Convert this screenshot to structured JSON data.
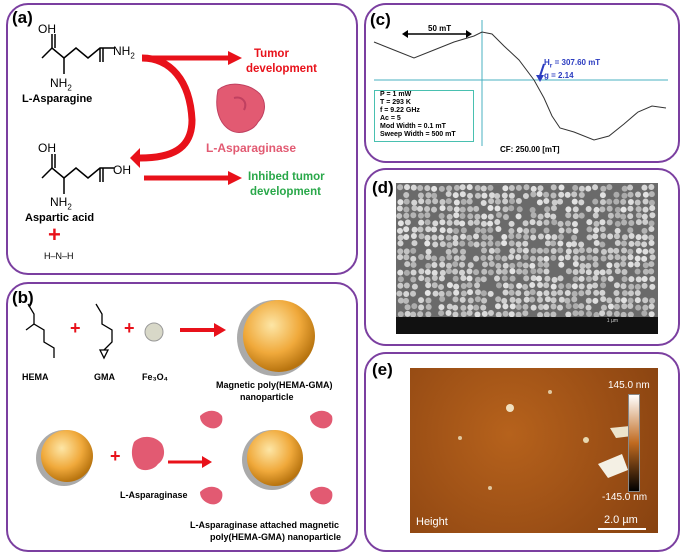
{
  "panel_a": {
    "label": "(a)",
    "asparagine": "L-Asparagine",
    "aspartic": "Aspartic acid",
    "enzyme": "L-Asparaginase",
    "tumor_dev_1": "Tumor",
    "tumor_dev_2": "development",
    "inhibit_1": "Inhibed tumor",
    "inhibit_2": "development",
    "oh": "OH",
    "nh2": "NH",
    "ammonium": "H–N–H"
  },
  "panel_b": {
    "label": "(b)",
    "hema": "HEMA",
    "gma": "GMA",
    "fe": "Fe₃O₄",
    "mag_1": "Magnetic poly(HEMA-GMA)",
    "mag_2": "nanoparticle",
    "enzyme": "L-Asparaginase",
    "attached_1": "L-Asparaginase attached magnetic",
    "attached_2": "poly(HEMA-GMA) nanoparticle"
  },
  "panel_c": {
    "label": "(c)",
    "scale": "50 mT",
    "h_label": "H",
    "h_value": "= 307.60 mT",
    "g_value": "g = 2.14",
    "params": [
      "P = 1 mW",
      "T = 293 K",
      "f = 9.22 GHz",
      "Ac = 5",
      "Mod Width = 0.1 mT",
      "Sweep Width = 500 mT"
    ],
    "cf": "CF: 250.00 [mT]"
  },
  "panel_d": {
    "label": "(d)",
    "footer_scale": "1 µm"
  },
  "panel_e": {
    "label": "(e)",
    "max": "145.0 nm",
    "min": "-145.0 nm",
    "mode": "Height",
    "scale": "2.0 µm"
  },
  "colors": {
    "border": "#7b3fa0",
    "red_arrow": "#e8111a",
    "green_text": "#2aa84a",
    "enzyme": "#e25a72",
    "sphere": "#f0a93b"
  }
}
